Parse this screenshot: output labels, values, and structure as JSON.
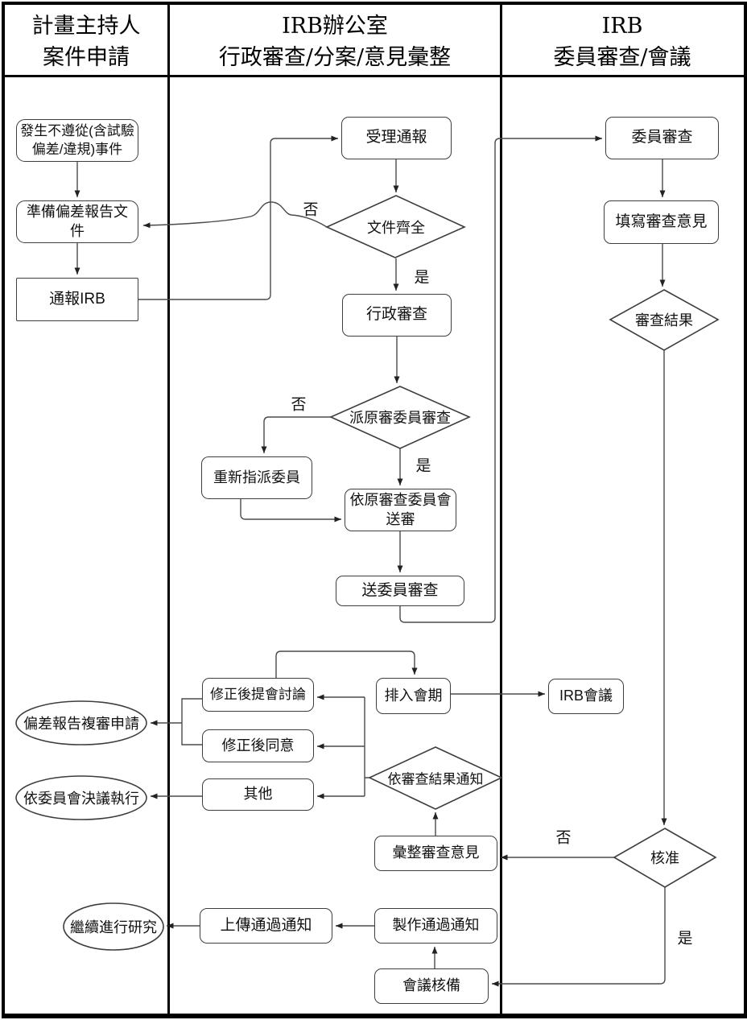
{
  "lanes": [
    {
      "line1": "計畫主持人",
      "line2": "案件申請"
    },
    {
      "line1": "IRB辦公室",
      "line2": "行政審查/分案/意見彙整"
    },
    {
      "line1": "IRB",
      "line2": "委員審查/會議"
    }
  ],
  "nodes": {
    "pi_event": {
      "label": "發生不遵從(含試驗偏差/違規)事件"
    },
    "pi_prepare": {
      "label": "準備偏差報告文件"
    },
    "pi_notify": {
      "label": "通報IRB"
    },
    "office_accept": {
      "label": "受理通報"
    },
    "dec_docs": {
      "label": "文件齊全"
    },
    "office_admin": {
      "label": "行政審查"
    },
    "dec_orig": {
      "label": "派原審委員審查"
    },
    "office_reassign": {
      "label": "重新指派委員"
    },
    "office_send_orig": {
      "label": "依原審查委員會送審"
    },
    "office_send_review": {
      "label": "送委員審查"
    },
    "irb_member_review": {
      "label": "委員審查"
    },
    "irb_fill_opinion": {
      "label": "填寫審查意見"
    },
    "dec_result": {
      "label": "審查結果"
    },
    "office_schedule": {
      "label": "排入會期"
    },
    "irb_meeting": {
      "label": "IRB會議"
    },
    "office_discuss": {
      "label": "修正後提會討論"
    },
    "office_approve_mod": {
      "label": "修正後同意"
    },
    "office_other": {
      "label": "其他"
    },
    "dec_notify": {
      "label": "依審查結果通知"
    },
    "office_compile": {
      "label": "彙整審查意見"
    },
    "dec_approve": {
      "label": "核准"
    },
    "pi_rereview": {
      "label": "偏差報告複審申請"
    },
    "pi_execute": {
      "label": "依委員會決議執行"
    },
    "pi_continue": {
      "label": "繼續進行研究"
    },
    "office_upload": {
      "label": "上傳通過通知"
    },
    "office_make_notice": {
      "label": "製作通過通知"
    },
    "office_meeting_record": {
      "label": "會議核備"
    }
  },
  "edge_labels": {
    "docs_no": "否",
    "docs_yes": "是",
    "orig_no": "否",
    "orig_yes": "是",
    "approve_no": "否",
    "approve_yes": "是"
  },
  "colors": {
    "frame": "#000000",
    "shape_border": "#3d3d3d",
    "wire": "#4a4a4a",
    "background": "#ffffff",
    "text": "#111111"
  }
}
